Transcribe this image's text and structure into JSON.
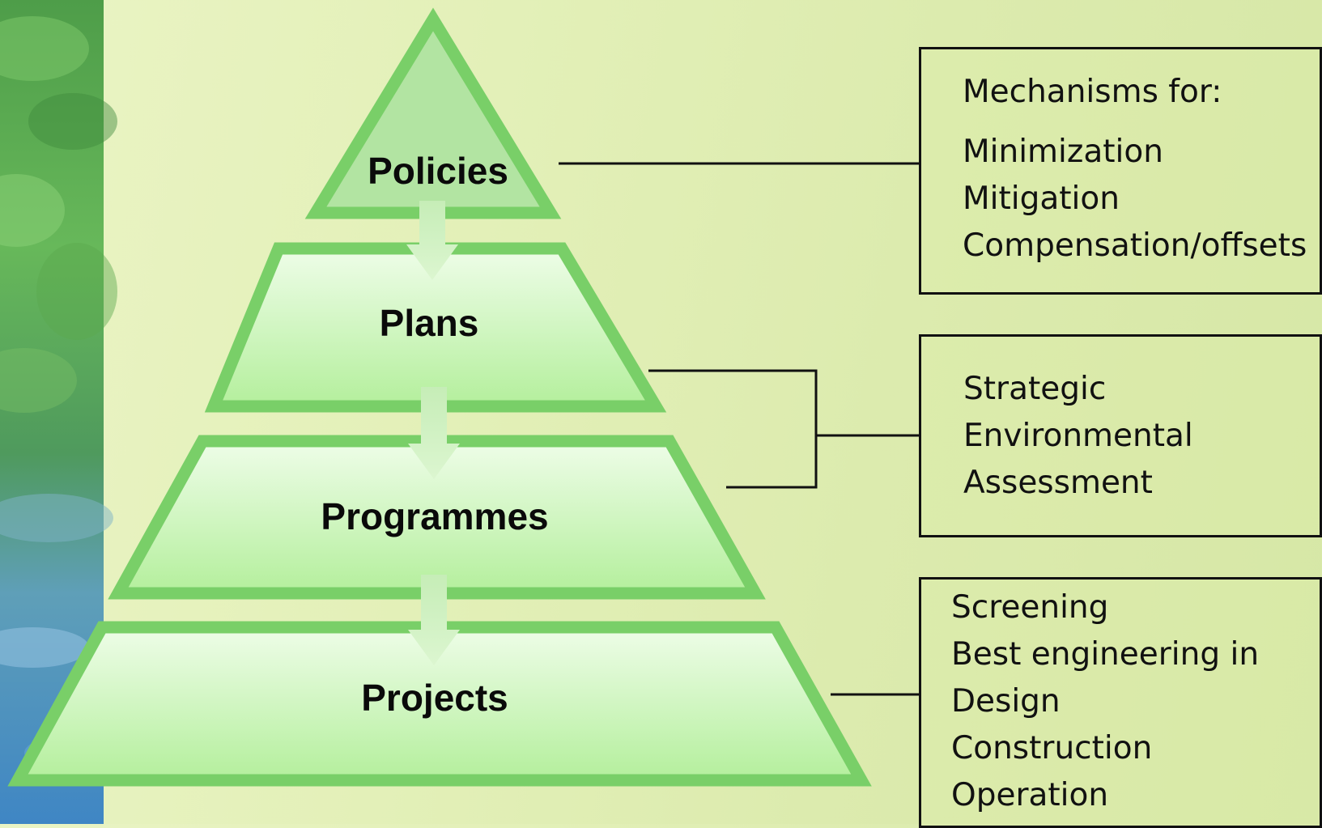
{
  "tiers": [
    {
      "label": "Policies"
    },
    {
      "label": "Plans"
    },
    {
      "label": "Programmes"
    },
    {
      "label": "Projects"
    }
  ],
  "boxes": {
    "mechanisms": {
      "heading": "Mechanisms for:",
      "lines": [
        "Minimization",
        "Mitigation",
        "Compensation/offsets"
      ]
    },
    "sea": {
      "lines": [
        "Strategic",
        "Environmental",
        "Assessment"
      ]
    },
    "project_stage": {
      "lines": [
        "Screening",
        "Best engineering in",
        "Design",
        "Construction",
        "Operation"
      ]
    }
  },
  "colors": {
    "tier_border": "#79cf68",
    "tier_fill_top": "#eefde8",
    "tier_fill_bottom": "#b4ef9c",
    "apex_fill": "#b2e4a2",
    "arrow": "#cdf2be",
    "connector": "#111111"
  },
  "icons": {
    "side_panel": "leaves-and-water-image"
  }
}
